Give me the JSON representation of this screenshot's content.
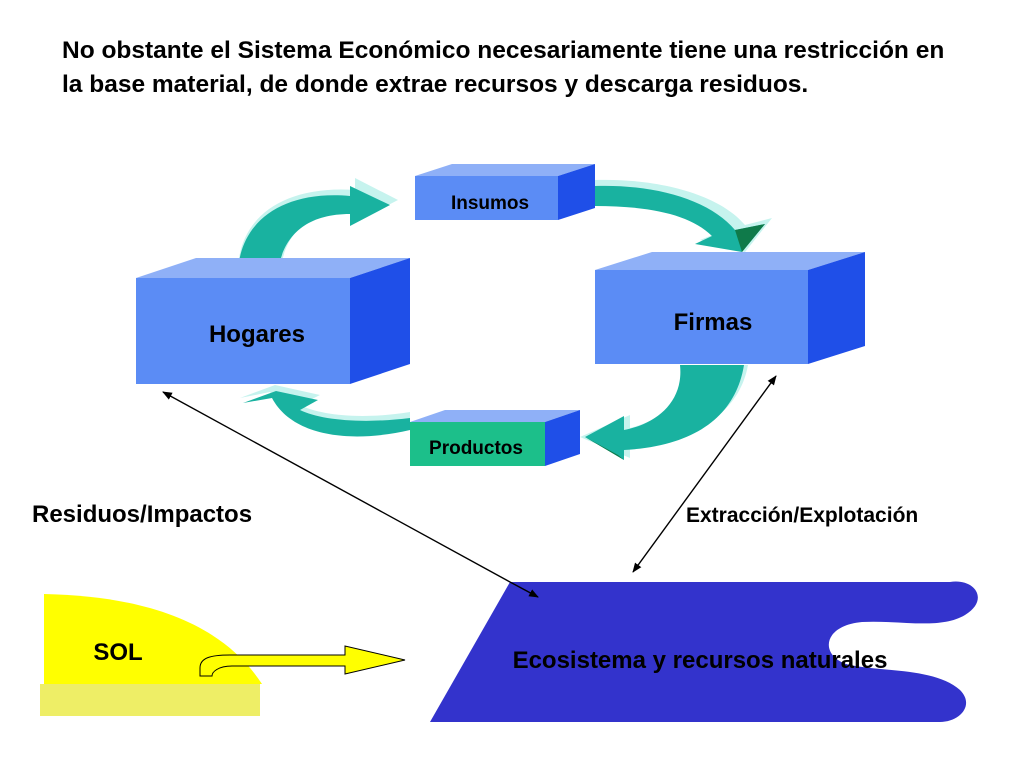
{
  "title": "No obstante el Sistema Económico necesariamente tiene una restricción en la base material, de donde extrae recursos y descarga residuos.",
  "nodes": {
    "hogares": "Hogares",
    "firmas": "Firmas",
    "insumos": "Insumos",
    "productos": "Productos",
    "ecosistema": "Ecosistema y recursos naturales",
    "sol": "SOL"
  },
  "edge_labels": {
    "residuos": "Residuos/Impactos",
    "extraccion": "Extracción/Explotación"
  },
  "colors": {
    "box_front": "#5b8cf5",
    "box_side": "#1f4fe8",
    "box_top": "#8fb0f7",
    "productos_front": "#1cbf8a",
    "arrow": "#19b2a0",
    "arrow_light": "#c6f3ee",
    "ecosystem": "#3333cc",
    "sun": "#ffff00"
  }
}
